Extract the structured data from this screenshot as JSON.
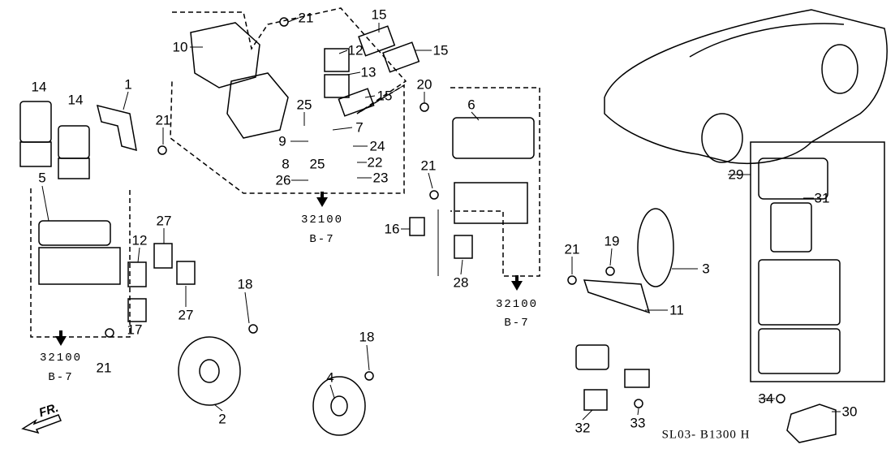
{
  "diagram_code": "SL03- B1300 H",
  "direction_label": "FR.",
  "refs": [
    {
      "code": "32100",
      "page": "B-7"
    },
    {
      "code": "32100",
      "page": "B-7"
    },
    {
      "code": "32100",
      "page": "B-7"
    }
  ],
  "callouts": [
    "10",
    "21",
    "15",
    "12",
    "15",
    "13",
    "15",
    "20",
    "25",
    "7",
    "9",
    "24",
    "8",
    "25",
    "22",
    "26",
    "23",
    "14",
    "14",
    "1",
    "21",
    "6",
    "21",
    "16",
    "28",
    "5",
    "12",
    "27",
    "27",
    "17",
    "21",
    "18",
    "18",
    "4",
    "2",
    "21",
    "19",
    "3",
    "11",
    "32",
    "33",
    "29",
    "31",
    "34",
    "30"
  ]
}
